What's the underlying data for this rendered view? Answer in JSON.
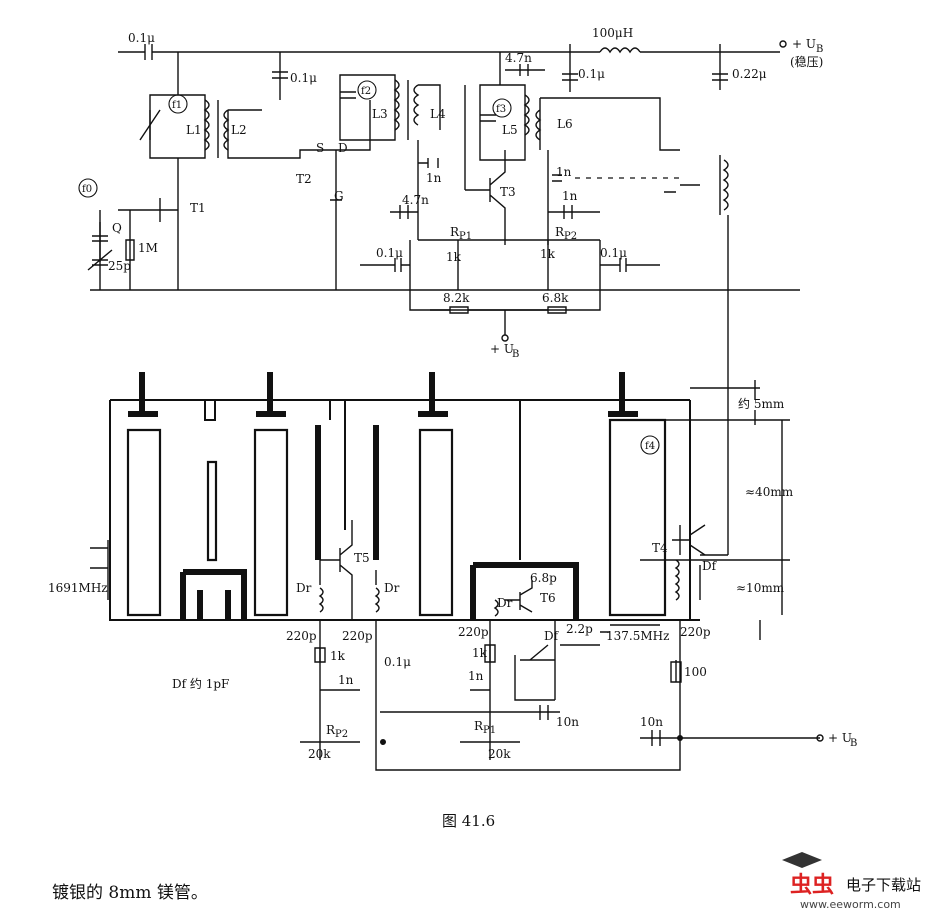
{
  "figure": {
    "caption": "图 41.6",
    "body_text": "镀银的 8mm 镁管。"
  },
  "labels": {
    "c_top_left": "0.1μ",
    "c_top_mid": "0.1μ",
    "l_choke": "100μH",
    "c_n47_top": "4.7n",
    "c_01_right": "0.1μ",
    "c_022": "0.22μ",
    "ub_top": "+ U",
    "ub_top_sub": "B",
    "ub_regulated": "(稳压)",
    "f1": "f1",
    "f2": "f2",
    "f3": "f3",
    "f0": "f0",
    "f4": "f4",
    "L1": "L1",
    "L2": "L2",
    "L3": "L3",
    "L4": "L4",
    "L5": "L5",
    "L6": "L6",
    "T1": "T1",
    "T2": "T2",
    "T3": "T3",
    "T4": "T4",
    "T5": "T5",
    "T6": "T6",
    "S": "S",
    "D": "D",
    "G": "G",
    "Q": "Q",
    "c25p": "25p",
    "r1M": "1M",
    "c1n_a": "1n",
    "c47n_mid": "4.7n",
    "rp1": "R",
    "rp1_sub": "P1",
    "rp2": "R",
    "rp2_sub": "P2",
    "r1k_a": "1k",
    "r1k_b": "1k",
    "c1n_b": "1n",
    "c1n_c": "1n",
    "c01_mid": "0.1μ",
    "c01_mid2": "0.1μ",
    "r82k": "8.2k",
    "r68k": "6.8k",
    "ub_mid": "+ U",
    "ub_mid_sub": "B",
    "dim_5mm": "约 5mm",
    "dim_40mm": "≈40mm",
    "dim_10mm": "≈10mm",
    "freq_in": "1691MHz",
    "Df_a": "Df",
    "Df_b": "Df",
    "Dr_a": "Dr",
    "Dr_b": "Dr",
    "Dr_c": "Dr",
    "c68p": "6.8p",
    "c22p": "2.2p",
    "freq_out": "137.5MHz",
    "c220p_a": "220p",
    "c220p_b": "220p",
    "c220p_c": "220p",
    "c220p_d": "220p",
    "r1k_c": "1k",
    "r1k_d": "1k",
    "c01_low": "0.1μ",
    "c1n_d": "1n",
    "c1n_e": "1n",
    "c10n_a": "10n",
    "c10n_b": "10n",
    "r100": "100",
    "df_note": "Df 约 1pF",
    "rp2_low": "R",
    "rp2_low_sub": "P2",
    "rp1_low": "R",
    "rp1_low_sub": "P1",
    "r20k_a": "20k",
    "r20k_b": "20k",
    "ub_low": "+ U",
    "ub_low_sub": "B"
  },
  "watermark": {
    "brand": "虫虫",
    "site_name": "电子下载站",
    "url": "www.eeworm.com"
  }
}
